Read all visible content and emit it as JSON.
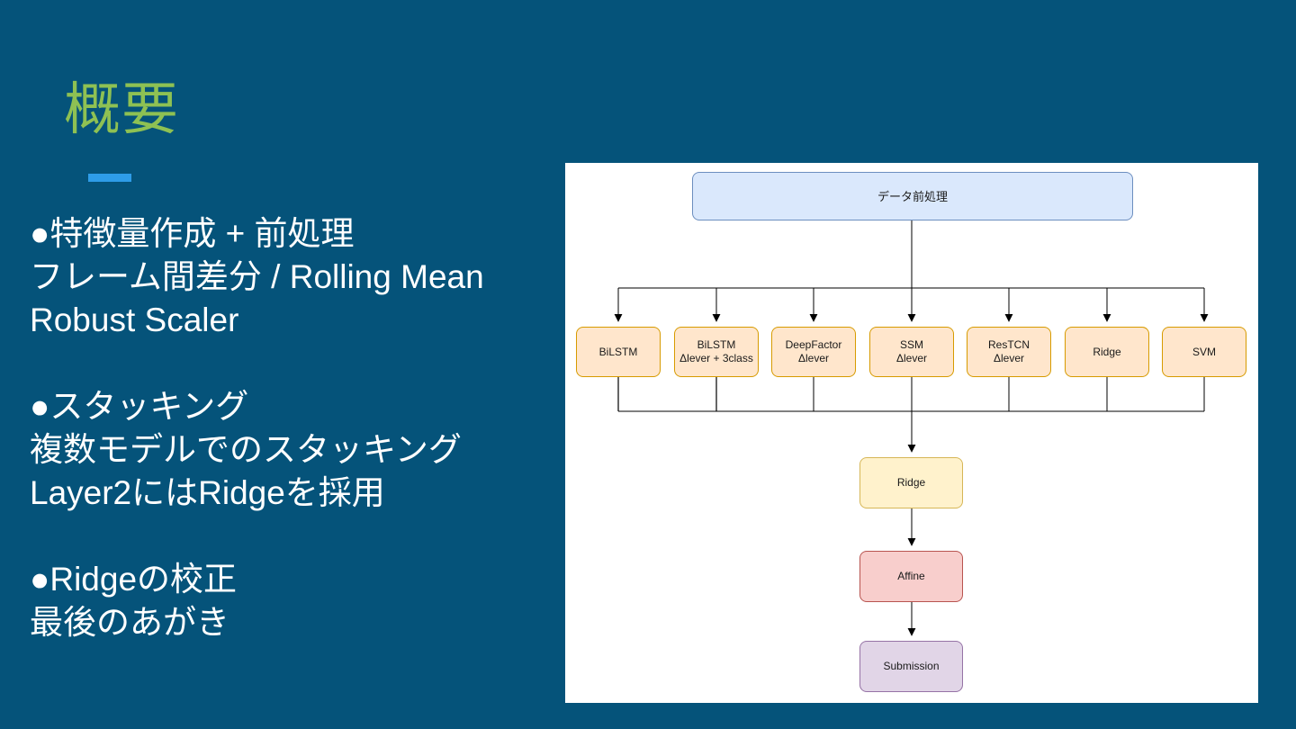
{
  "slide": {
    "title": "概要",
    "blocks": [
      {
        "lines": [
          "●特徴量作成 + 前処理",
          "フレーム間差分 / Rolling Mean",
          "Robust Scaler"
        ]
      },
      {
        "lines": [
          "●スタッキング",
          "複数モデルでのスタッキング",
          "Layer2にはRidgeを採用"
        ]
      },
      {
        "lines": [
          "●Ridgeの校正",
          "最後のあがき"
        ]
      }
    ]
  },
  "diagram": {
    "root": "データ前処理",
    "models": [
      {
        "line1": "BiLSTM",
        "line2": ""
      },
      {
        "line1": "BiLSTM",
        "line2": "Δlever + 3class"
      },
      {
        "line1": "DeepFactor",
        "line2": "Δlever"
      },
      {
        "line1": "SSM",
        "line2": "Δlever"
      },
      {
        "line1": "ResTCN",
        "line2": "Δlever"
      },
      {
        "line1": "Ridge",
        "line2": ""
      },
      {
        "line1": "SVM",
        "line2": ""
      }
    ],
    "layer2": "Ridge",
    "calibration": "Affine",
    "output": "Submission"
  },
  "colors": {
    "background": "#05537a",
    "title_green": "#8ec153",
    "underline_blue": "#2e9ce8",
    "body_text": "#ffffff",
    "panel": "#ffffff",
    "connector_line": "#000000",
    "connector_line_alt": "#666666",
    "node_root_fill": "#dae8fc",
    "node_root_border": "#6c8ebf",
    "node_model_fill": "#ffe6cc",
    "node_model_border": "#d79b00",
    "node_layer2_fill": "#fff2cc",
    "node_layer2_border": "#d6b656",
    "node_affine_fill": "#f8cecc",
    "node_affine_border": "#b85450",
    "node_submission_fill": "#e1d5e7",
    "node_submission_border": "#9673a6"
  }
}
